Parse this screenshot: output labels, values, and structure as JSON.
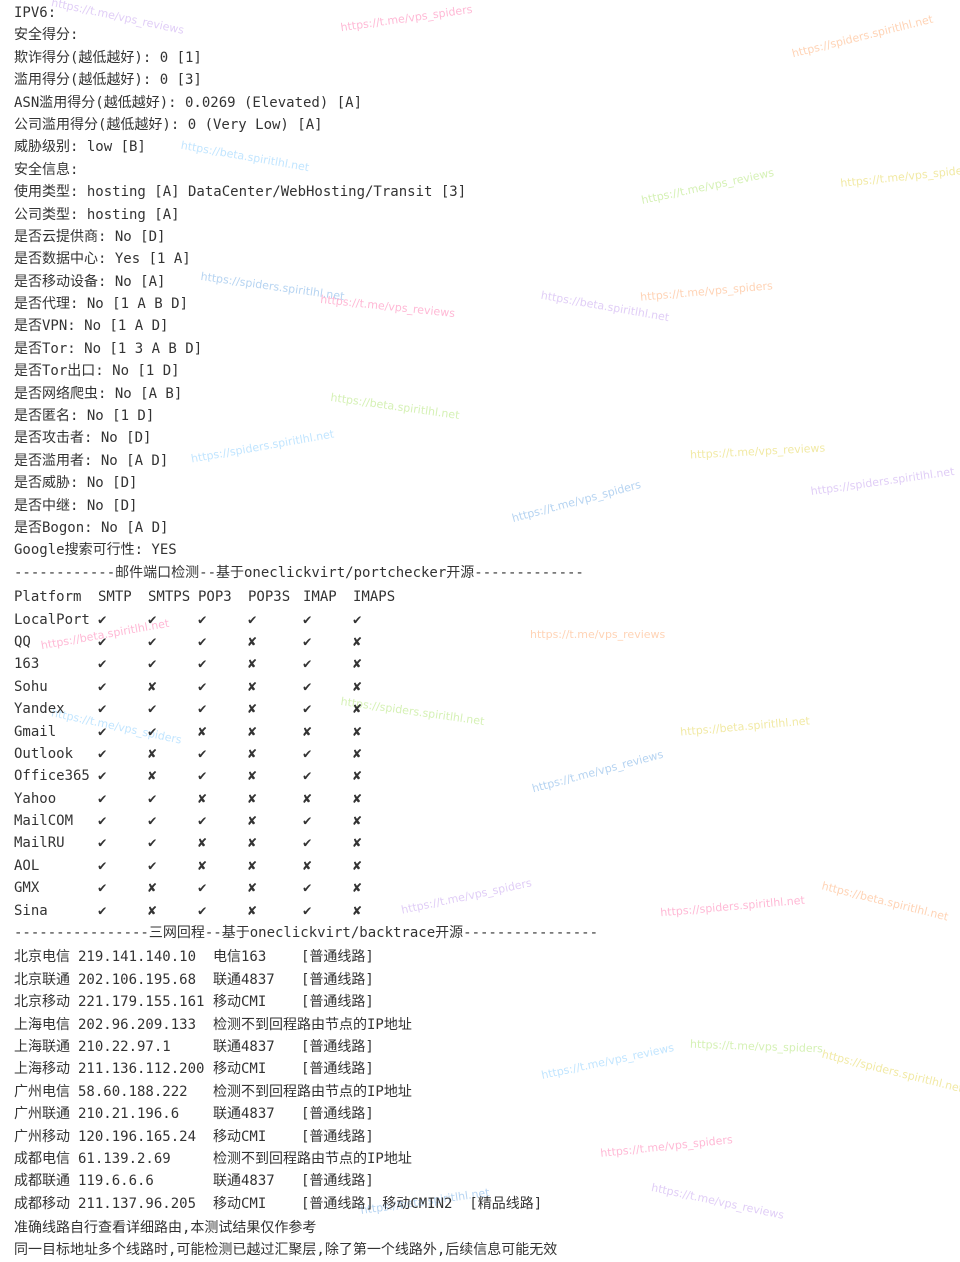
{
  "colors": {
    "background": "#ffffff",
    "text": "#333333",
    "watermark_palette": [
      "#c8a6f0",
      "#ff7fb3",
      "#ffb07a",
      "#8fd0ff",
      "#b4e67a",
      "#e6d85a",
      "#7ab0e6"
    ]
  },
  "info_lines": [
    "IPV6:",
    "安全得分:",
    "欺诈得分(越低越好): 0 [1]",
    "滥用得分(越低越好): 0 [3]",
    "ASN滥用得分(越低越好): 0.0269 (Elevated) [A]",
    "公司滥用得分(越低越好): 0 (Very Low) [A]",
    "威胁级别: low [B]",
    "安全信息:",
    "使用类型: hosting [A] DataCenter/WebHosting/Transit [3]",
    "公司类型: hosting [A]",
    "是否云提供商: No [D]",
    "是否数据中心: Yes [1 A]",
    "是否移动设备: No [A]",
    "是否代理: No [1 A B D]",
    "是否VPN: No [1 A D]",
    "是否Tor: No [1 3 A B D]",
    "是否Tor出口: No [1 D]",
    "是否网络爬虫: No [A B]",
    "是否匿名: No [1 D]",
    "是否攻击者: No [D]",
    "是否滥用者: No [A D]",
    "是否威胁: No [D]",
    "是否中继: No [D]",
    "是否Bogon: No [A D]",
    "Google搜索可行性: YES"
  ],
  "mail_section": {
    "divider": "------------邮件端口检测--基于oneclickvirt/portchecker开源-------------",
    "headers": [
      "Platform",
      "SMTP",
      "SMTPS",
      "POP3",
      "POP3S",
      "IMAP",
      "IMAPS"
    ],
    "rows": [
      [
        "LocalPort",
        "✔",
        "✔",
        "✔",
        "✔",
        "✔",
        "✔"
      ],
      [
        "QQ",
        "✔",
        "✔",
        "✔",
        "✘",
        "✔",
        "✘"
      ],
      [
        "163",
        "✔",
        "✔",
        "✔",
        "✘",
        "✔",
        "✘"
      ],
      [
        "Sohu",
        "✔",
        "✘",
        "✔",
        "✘",
        "✔",
        "✘"
      ],
      [
        "Yandex",
        "✔",
        "✔",
        "✔",
        "✘",
        "✔",
        "✘"
      ],
      [
        "Gmail",
        "✔",
        "✔",
        "✘",
        "✘",
        "✘",
        "✘"
      ],
      [
        "Outlook",
        "✔",
        "✘",
        "✔",
        "✘",
        "✔",
        "✘"
      ],
      [
        "Office365",
        "✔",
        "✘",
        "✔",
        "✘",
        "✔",
        "✘"
      ],
      [
        "Yahoo",
        "✔",
        "✔",
        "✘",
        "✘",
        "✘",
        "✘"
      ],
      [
        "MailCOM",
        "✔",
        "✔",
        "✔",
        "✘",
        "✔",
        "✘"
      ],
      [
        "MailRU",
        "✔",
        "✔",
        "✘",
        "✘",
        "✔",
        "✘"
      ],
      [
        "AOL",
        "✔",
        "✔",
        "✘",
        "✘",
        "✘",
        "✘"
      ],
      [
        "GMX",
        "✔",
        "✘",
        "✔",
        "✘",
        "✔",
        "✘"
      ],
      [
        "Sina",
        "✔",
        "✘",
        "✔",
        "✘",
        "✔",
        "✘"
      ]
    ]
  },
  "route_section": {
    "divider": "----------------三网回程--基于oneclickvirt/backtrace开源----------------",
    "rows": [
      [
        "北京电信",
        "219.141.140.10",
        "电信163",
        "[普通线路]"
      ],
      [
        "北京联通",
        "202.106.195.68",
        "联通4837",
        "[普通线路]"
      ],
      [
        "北京移动",
        "221.179.155.161",
        "移动CMI",
        "[普通线路]"
      ],
      [
        "上海电信",
        "202.96.209.133",
        "检测不到回程路由节点的IP地址",
        ""
      ],
      [
        "上海联通",
        "210.22.97.1",
        "联通4837",
        "[普通线路]"
      ],
      [
        "上海移动",
        "211.136.112.200",
        "移动CMI",
        "[普通线路]"
      ],
      [
        "广州电信",
        "58.60.188.222",
        "检测不到回程路由节点的IP地址",
        ""
      ],
      [
        "广州联通",
        "210.21.196.6",
        "联通4837",
        "[普通线路]"
      ],
      [
        "广州移动",
        "120.196.165.24",
        "移动CMI",
        "[普通线路]"
      ],
      [
        "成都电信",
        "61.139.2.69",
        "检测不到回程路由节点的IP地址",
        ""
      ],
      [
        "成都联通",
        "119.6.6.6",
        "联通4837",
        "[普通线路]"
      ],
      [
        "成都移动",
        "211.137.96.205",
        "移动CMI",
        "[普通线路] 移动CMIN2  [精品线路]"
      ]
    ],
    "notes": [
      "准确线路自行查看详细路由,本测试结果仅作参考",
      "同一目标地址多个线路时,可能检测已越过汇聚层,除了第一个线路外,后续信息可能无效"
    ]
  },
  "watermarks": [
    "https://t.me/vps_reviews",
    "https://t.me/vps_spiders",
    "https://spiders.spiritlhl.net",
    "https://beta.spiritlhl.net"
  ]
}
